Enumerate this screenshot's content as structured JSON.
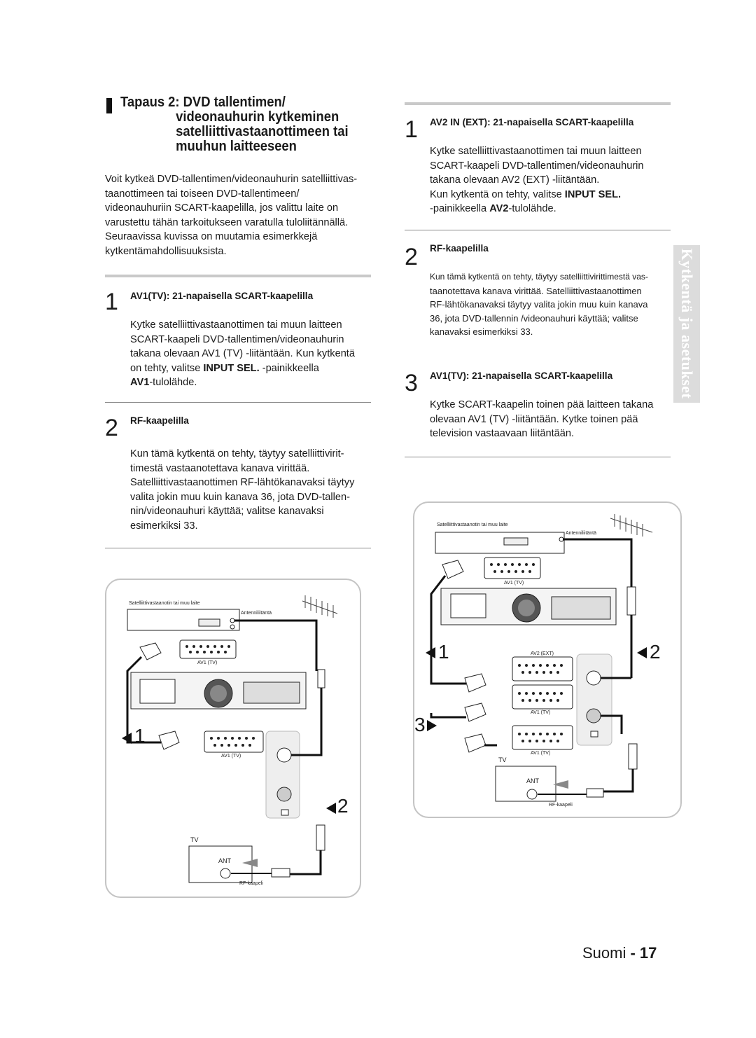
{
  "left": {
    "title_lines": [
      "Tapaus 2: DVD tallentimen/",
      "videonauhurin kytkeminen",
      "satelliittivastaanottimeen tai",
      "muuhun laitteeseen"
    ],
    "intro": [
      "Voit kytkeä DVD-tallentimen/videonauhurin satelliittivas-",
      "taanottimeen tai toiseen DVD-tallentimeen/",
      "videonauhuriin SCART-kaapelilla, jos valittu laite on",
      "varustettu tähän tarkoitukseen varatulla tuloliitännällä.",
      "Seuraavissa kuvissa on muutamia esimerkkejä",
      "kytkentämahdollisuuksista."
    ],
    "step1": {
      "num": "1",
      "heading": "AV1(TV): 21-napaisella SCART-kaapelilla",
      "lines": [
        "Kytke satelliittivastaanottimen tai muun laitteen",
        "SCART-kaapeli DVD-tallentimen/videonauhurin",
        "takana olevaan AV1 (TV) -liitäntään. Kun kytkentä"
      ],
      "line4_pre": "on tehty, valitse ",
      "line4_bold": "INPUT SEL.",
      "line4_post": " -painikkeella",
      "line5_bold": "AV1",
      "line5_post": "-tulolähde."
    },
    "step2": {
      "num": "2",
      "heading": "RF-kaapelilla",
      "lines": [
        "Kun tämä kytkentä on tehty, täytyy satelliittivirit-",
        "timestä vastaanotettava kanava virittää.",
        "Satelliittivastaanottimen RF-lähtökanavaksi täytyy",
        "valita jokin muu kuin kanava 36, jota DVD-tallen-",
        "nin/videonauhuri käyttää; valitse kanavaksi",
        "esimerkiksi 33."
      ]
    },
    "diagram": {
      "sat_label": "Satelliittivastaanotin tai muu laite",
      "antenna_label": "Antenniliitäntä",
      "av1_label": "AV1 (TV)",
      "av1_label2": "AV1 (TV)",
      "callout1": "1",
      "callout2": "2",
      "tv_label": "TV",
      "ant_label": "ANT",
      "rf_label": "RF-kaapeli"
    }
  },
  "right": {
    "step1": {
      "num": "1",
      "heading": "AV2 IN (EXT): 21-napaisella SCART-kaapelilla",
      "lines": [
        "Kytke satelliittivastaanottimen tai muun laitteen",
        "SCART-kaapeli DVD-tallentimen/videonauhurin",
        "takana olevaan AV2 (EXT) -liitäntään."
      ],
      "line4_pre": "Kun kytkentä on tehty, valitse ",
      "line4_bold": "INPUT SEL.",
      "line5_pre": "-painikkeella ",
      "line5_bold": "AV2",
      "line5_post": "-tulolähde."
    },
    "step2": {
      "num": "2",
      "heading": "RF-kaapelilla",
      "lines": [
        "Kun tämä kytkentä on tehty, täytyy satelliittiviritti­mestä vas-",
        "taanotettava kanava virittää. Satelliittivastaanottimen",
        "RF-lähtökanavaksi täytyy valita jokin muu kuin kanava",
        "36, jota DVD-tallennin /videonauhuri käyttää; valitse",
        "kanavaksi esimerkiksi 33."
      ]
    },
    "step3": {
      "num": "3",
      "heading": "AV1(TV): 21-napaisella SCART-kaapelilla",
      "lines": [
        "Kytke SCART-kaapelin toinen pää laitteen takana",
        "olevaan AV1 (TV) -liitäntään. Kytke toinen pää",
        "television vastaavaan liitäntään."
      ]
    },
    "diagram": {
      "sat_label": "Satelliittivastaanotin tai muu laite",
      "antenna_label": "Antenniliitäntä",
      "av1_label": "AV1 (TV)",
      "av2_label": "AV2 (EXT)",
      "av1_label2": "AV1 (TV)",
      "av1_label3": "AV1 (TV)",
      "callout1": "1",
      "callout2": "2",
      "callout3": "3",
      "tv_label": "TV",
      "ant_label": "ANT",
      "rf_label": "RF-kaapeli"
    }
  },
  "sidetab": "Kytkentä ja asetukset",
  "footer": {
    "lang": "Suomi",
    "sep": " - ",
    "page": "17"
  },
  "colors": {
    "rule": "#c9c9c9",
    "sidetab": "#dcdcdc",
    "text": "#1a1a1a"
  }
}
